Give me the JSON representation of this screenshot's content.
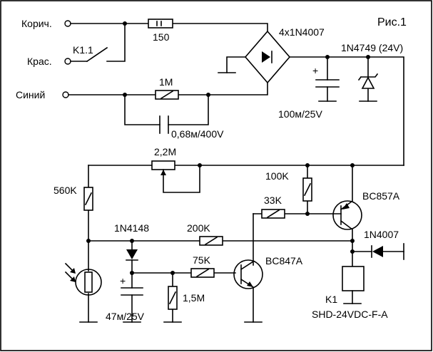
{
  "title": "Рис.1",
  "terminals": {
    "brown": "Корич.",
    "red": "Крас.",
    "blue": "Синий"
  },
  "switch": {
    "ref": "K1.1"
  },
  "resistors": {
    "r150": "150",
    "r1m": "1M",
    "r22m": "2,2M",
    "r560k": "560K",
    "r100k": "100K",
    "r33k": "33K",
    "r200k": "200K",
    "r75k": "75K",
    "r15m": "1,5M"
  },
  "capacitors": {
    "c068": "0,68м/400V",
    "c100": "100м/25V",
    "c47": "47м/25V"
  },
  "diodes": {
    "bridge": "4x1N4007",
    "zener": "1N4749 (24V)",
    "d1n4148": "1N4148",
    "d1n4007": "1N4007"
  },
  "transistors": {
    "q_pnp": "BC857A",
    "q_npn": "BC847A"
  },
  "relay": {
    "ref": "K1",
    "part": "SHD-24VDC-F-A"
  }
}
